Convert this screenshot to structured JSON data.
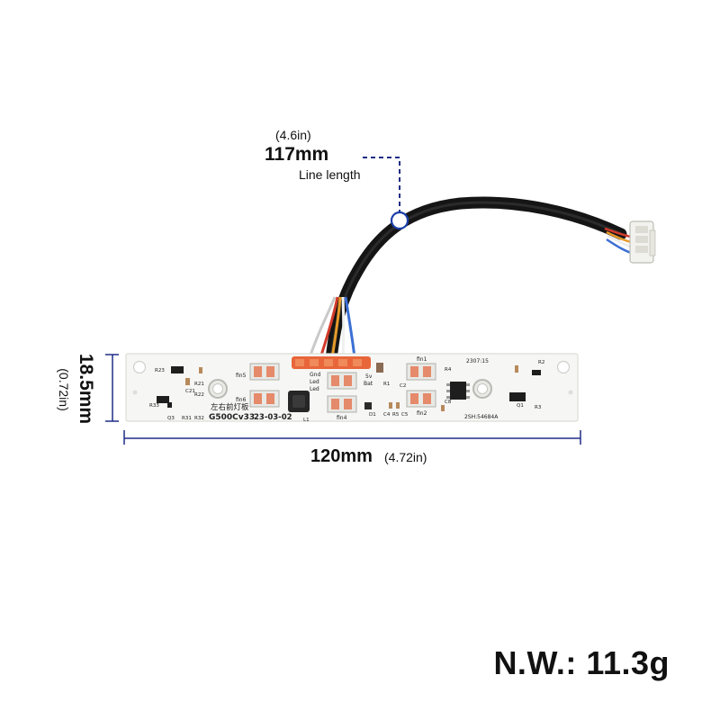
{
  "dimensions": {
    "line_length_inches": "(4.6in)",
    "line_length_mm": "117mm",
    "line_length_label": "Line length",
    "board_width_mm": "120mm",
    "board_width_inches": "(4.72in)",
    "board_height_mm": "18.5mm",
    "board_height_inches": "(0.72in)"
  },
  "net_weight": "N.W.: 11.3g",
  "pcb_markings": {
    "board_name": "左右前灯板",
    "model_code": "G500Cv33",
    "date_code": "23-03-02",
    "serial": "2SH:54684A",
    "lot": "2307:15",
    "led_labels": [
      "fin5",
      "fin6",
      "fin1",
      "fin2",
      "fin4"
    ],
    "refs": [
      "R23",
      "Q3",
      "R33",
      "R21",
      "R22",
      "C21",
      "R31",
      "R32",
      "L1",
      "R1",
      "C2",
      "C4",
      "R5",
      "C5",
      "C8",
      "D1",
      "R4",
      "Q1",
      "R2",
      "R3"
    ],
    "connector_pins": [
      "Gnd",
      "Led",
      "Led",
      "5v",
      "Bat"
    ]
  },
  "colors": {
    "dimension_line": "#1f2d86",
    "marker": "#1a3fa8",
    "cable": "#1b1b1b",
    "pcb": "#f6f6f4",
    "connector": "#e8663a"
  }
}
